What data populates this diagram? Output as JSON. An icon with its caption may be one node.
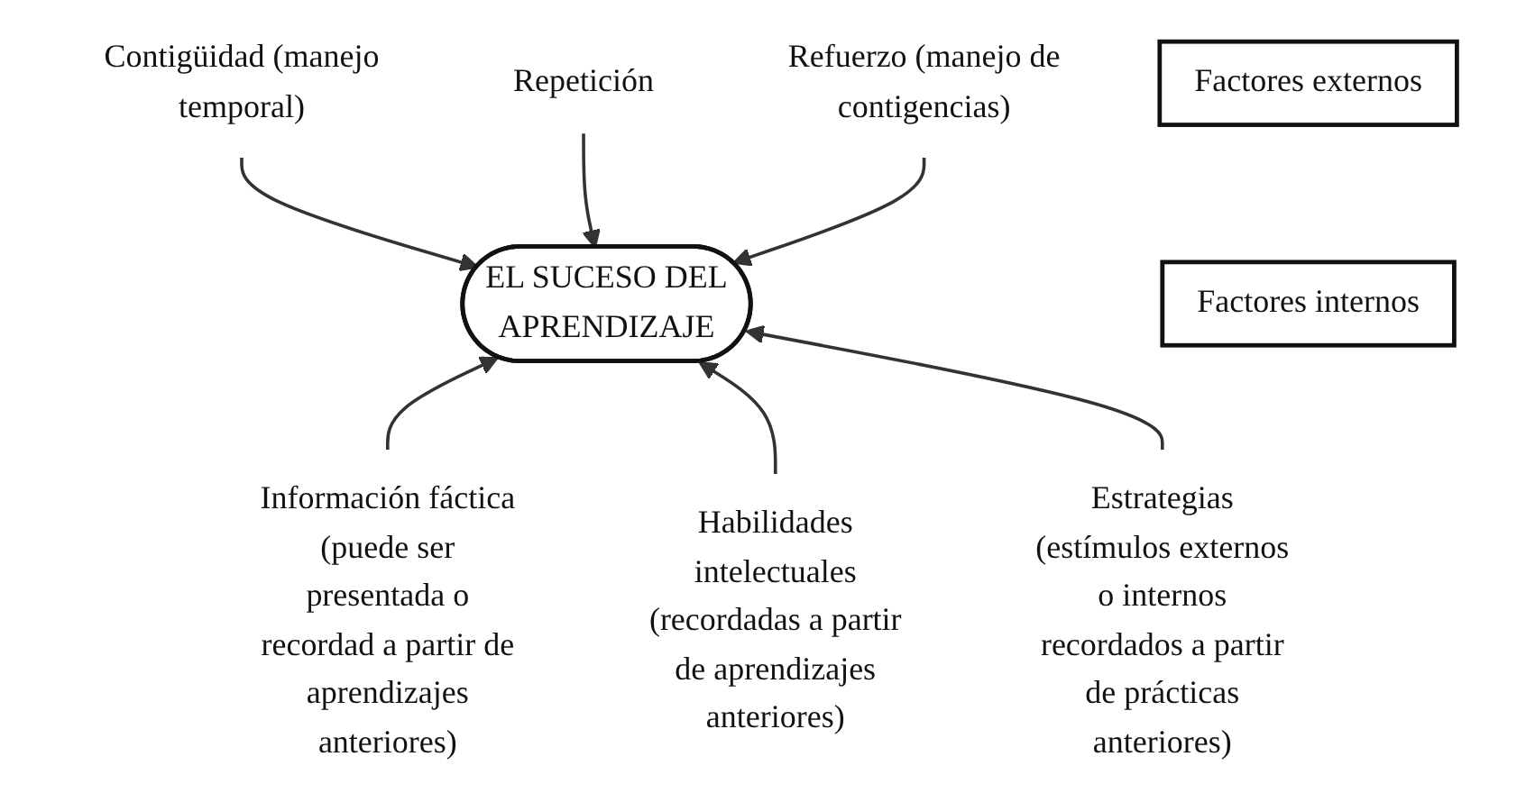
{
  "diagram": {
    "nodes": [
      {
        "text": [
          "Factores externos"
        ]
      },
      {
        "text": [
          "Contigüidad (manejo temporal)"
        ]
      },
      {
        "text": [
          "Repetición"
        ]
      },
      {
        "text": [
          "Refuerzo (manejo de contigencias)"
        ]
      },
      {
        "text": [
          "EL SUCESO DEL APRENDIZAJE"
        ]
      },
      {
        "text": [
          "Factores internos"
        ]
      },
      {
        "text": [
          "Información fáctica (puede ser presentada o recordad a partir de aprendizajes anteriores)"
        ]
      },
      {
        "text": [
          "Habilidades intelectuales (recordadas a partir de aprendizajes anteriores)"
        ]
      },
      {
        "text": [
          "Estrategias (estímulos externos o internos recordados a partir de prácticas anteriores)"
        ]
      }
    ],
    "edges": [
      {
        "from": 1,
        "to": 4,
        "arrow": "to"
      },
      {
        "from": 2,
        "to": 4,
        "arrow": "to"
      },
      {
        "from": 3,
        "to": 4,
        "arrow": "to"
      },
      {
        "from": 6,
        "to": 4,
        "arrow": "to"
      },
      {
        "from": 7,
        "to": 4,
        "arrow": "to"
      },
      {
        "from": 8,
        "to": 4,
        "arrow": "to"
      }
    ]
  }
}
